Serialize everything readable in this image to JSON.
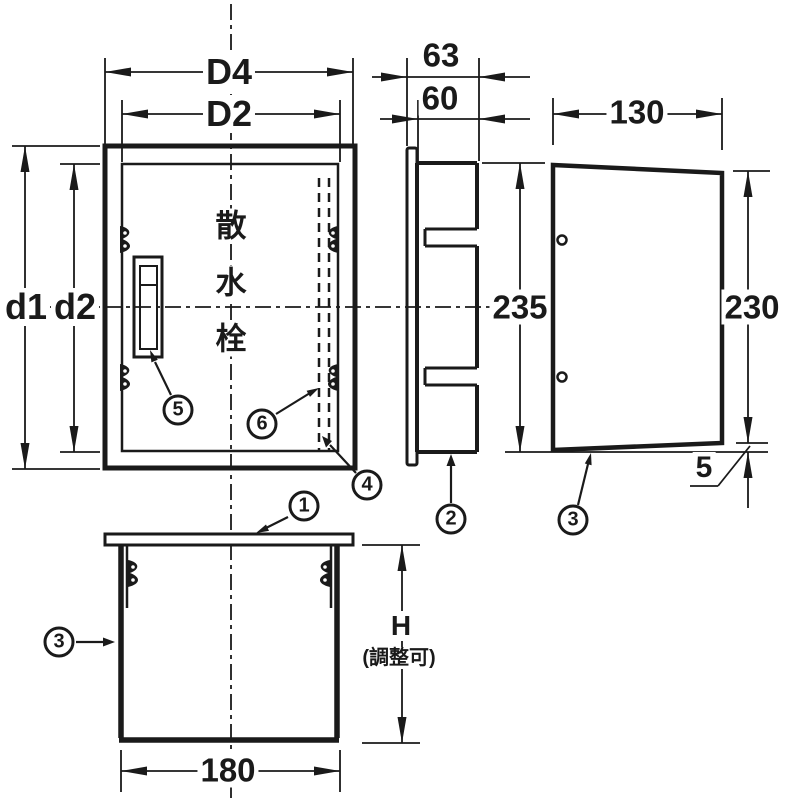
{
  "drawing": {
    "colors": {
      "ink": "#1a1a1a",
      "bg": "#ffffff"
    },
    "title_chars": [
      "散",
      "水",
      "栓"
    ],
    "dimensions": {
      "d4": "D4",
      "d2_top": "D2",
      "w63": "63",
      "w60": "60",
      "w130": "130",
      "d1": "d1",
      "d2_left": "d2",
      "h235": "235",
      "h230": "230",
      "t5": "5",
      "w180": "180",
      "h_var": "H",
      "h_note": "(調整可)"
    },
    "callout_numbers": [
      "1",
      "2",
      "3",
      "3",
      "4",
      "5",
      "6"
    ]
  }
}
